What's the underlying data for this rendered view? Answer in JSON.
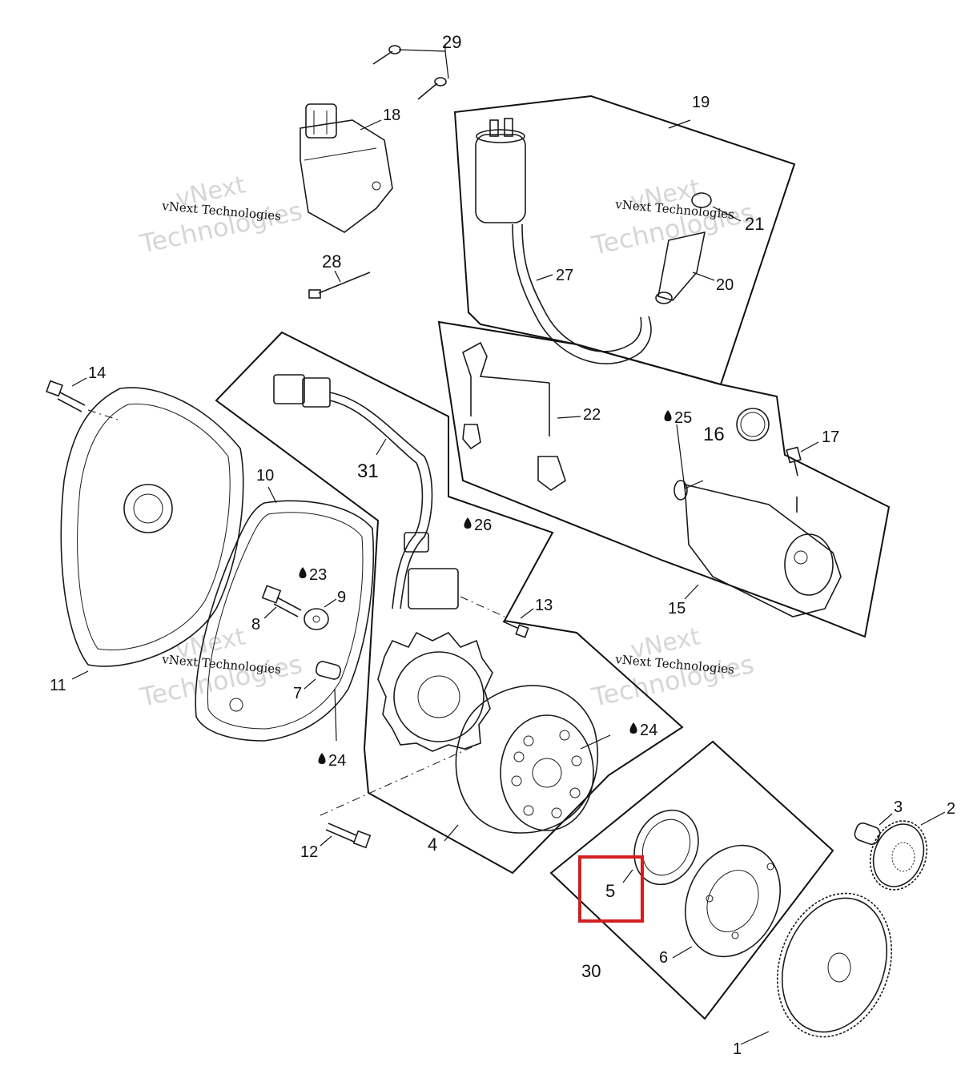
{
  "labels": {
    "p1": "1",
    "p2": "2",
    "p3": "3",
    "p4": "4",
    "p5": "5",
    "p6": "6",
    "p7": "7",
    "p8": "8",
    "p9": "9",
    "p10": "10",
    "p11": "11",
    "p12": "12",
    "p13": "13",
    "p14": "14",
    "p15": "15",
    "p16": "16",
    "p17": "17",
    "p18": "18",
    "p19": "19",
    "p20": "20",
    "p21": "21",
    "p22": "22",
    "p23": "23",
    "p24a": "24",
    "p24b": "24",
    "p25": "25",
    "p26": "26",
    "p27": "27",
    "p28": "28",
    "p29": "29",
    "p30": "30",
    "p31": "31"
  },
  "watermark": {
    "brand_line1": "vNext",
    "brand_line2": "Technologies",
    "caption": "vNext Technologies"
  },
  "colors": {
    "highlight": "#d21f1f",
    "ink": "#111111",
    "watermark": "#c9c9c9"
  },
  "highlighted_part": "5"
}
